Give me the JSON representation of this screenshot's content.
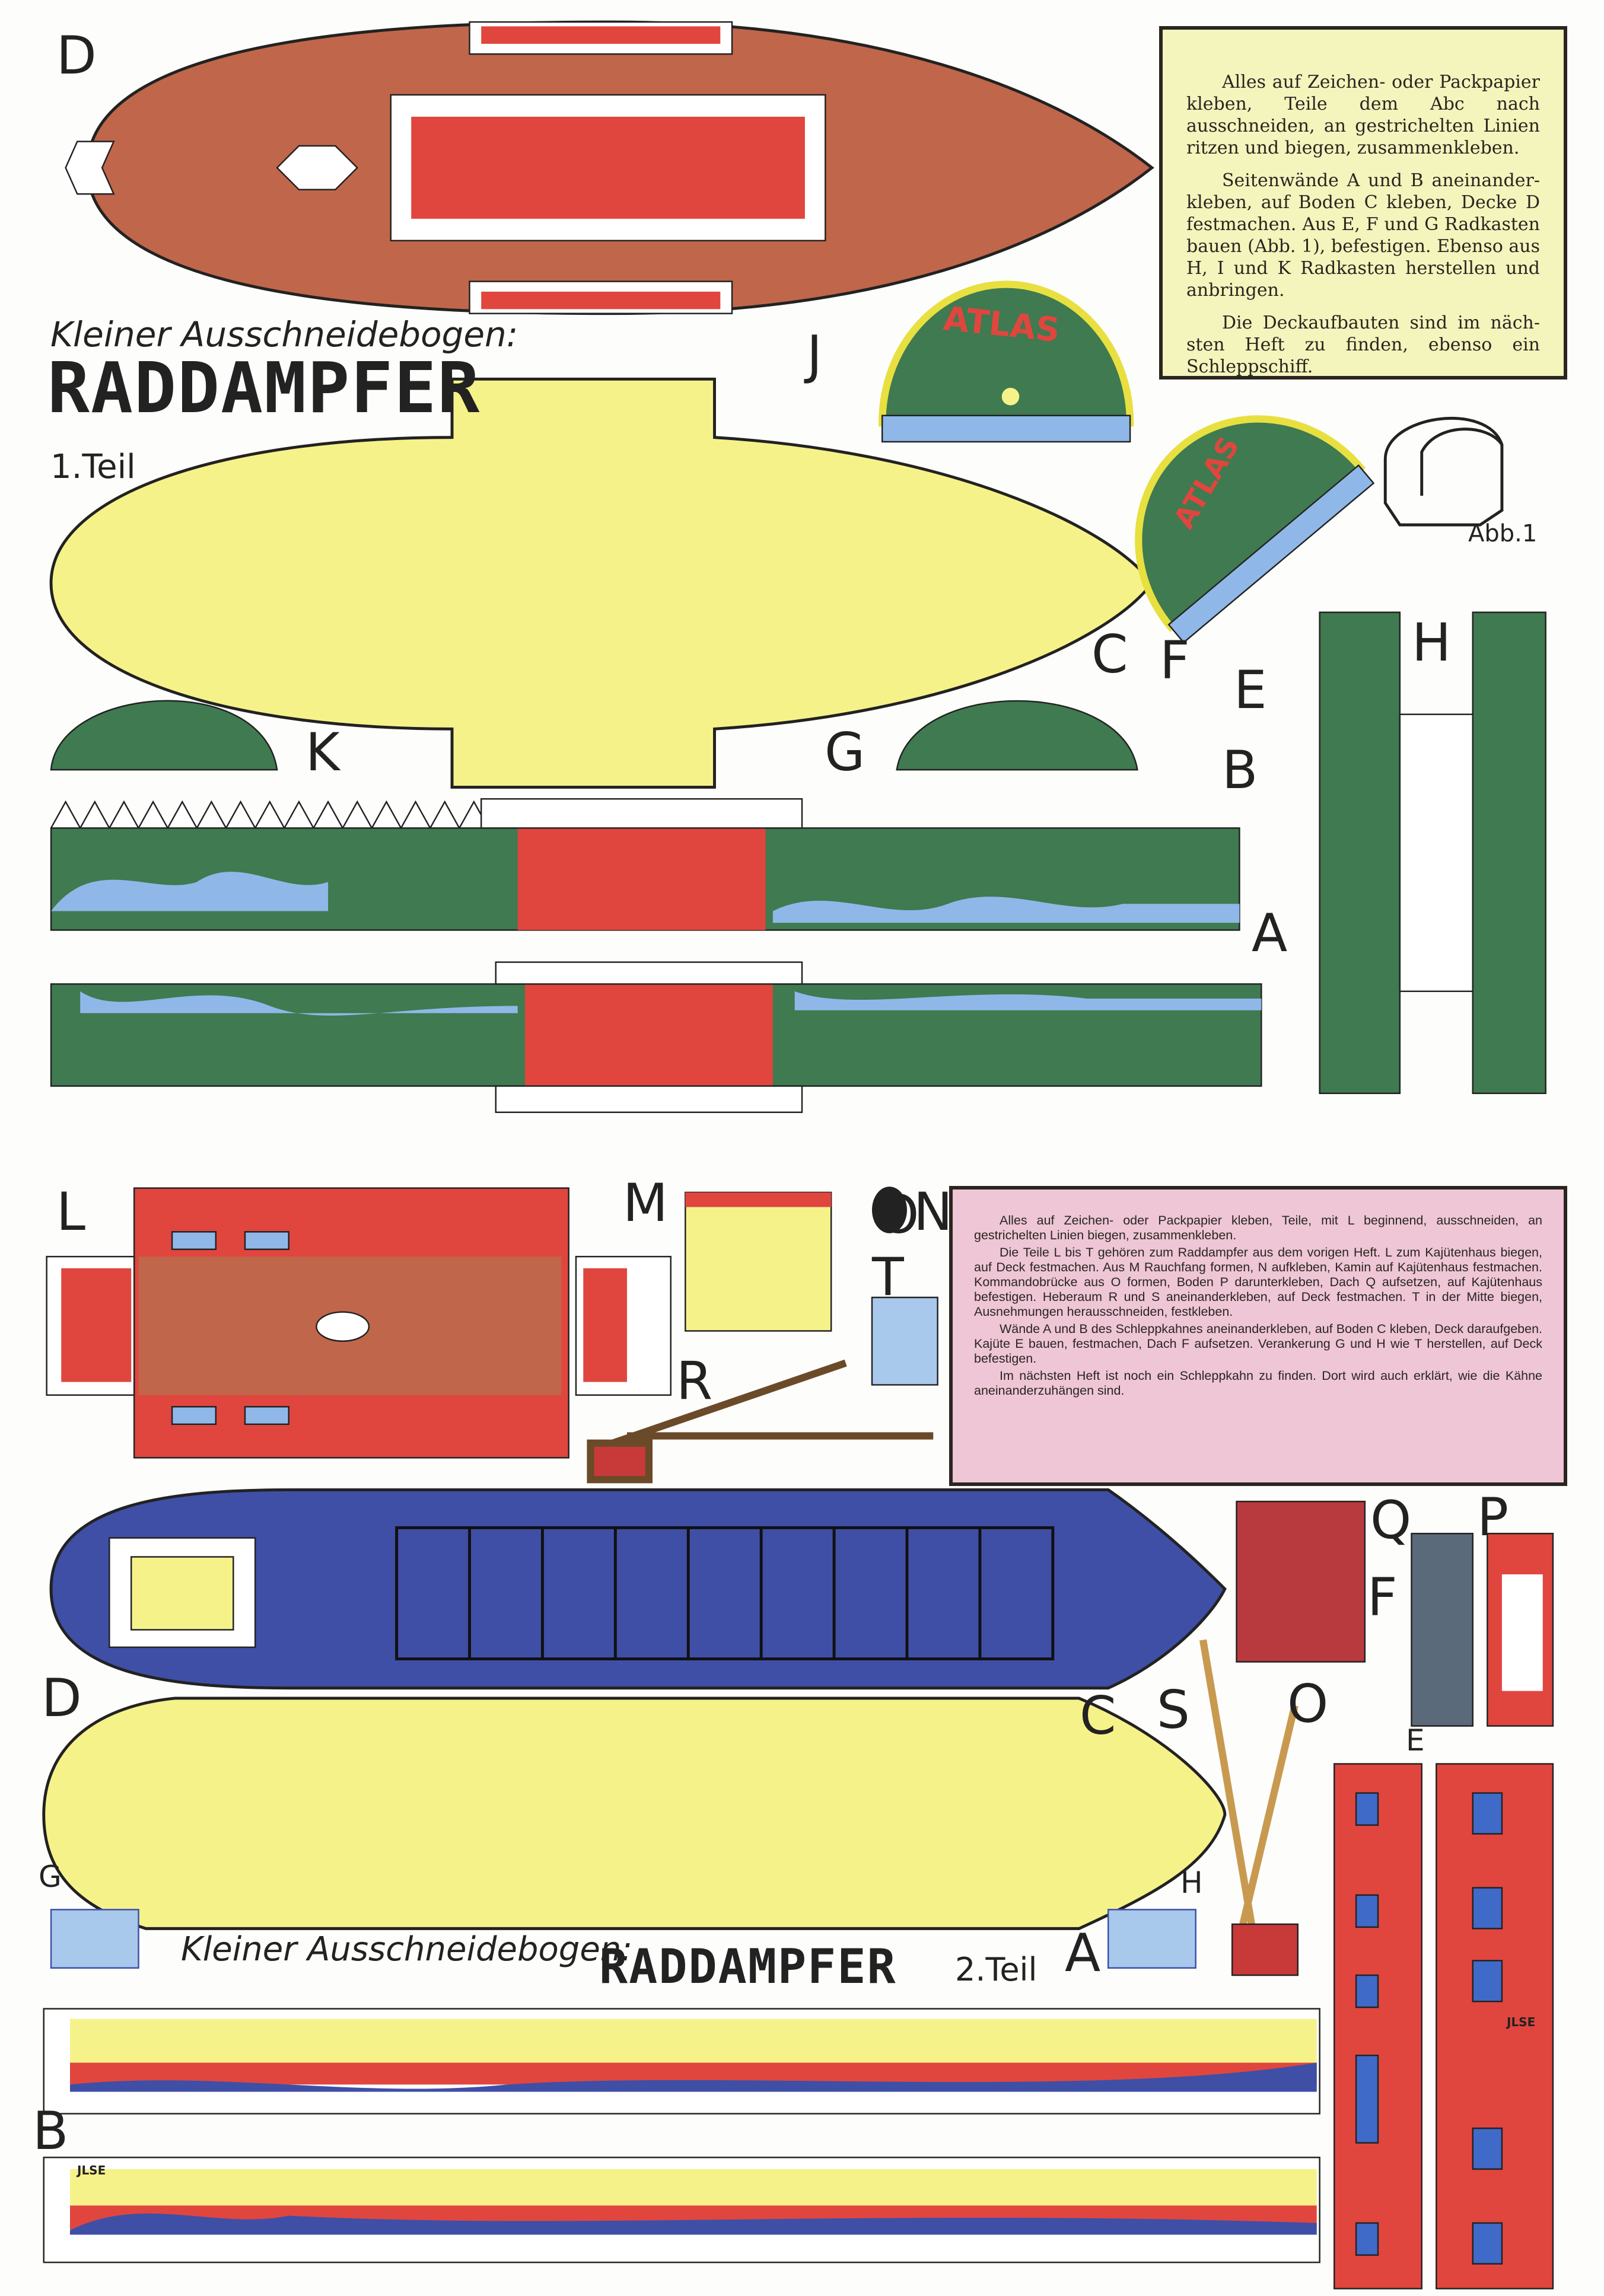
{
  "sheet1": {
    "subtitle": "Kleiner Ausschneidebogen:",
    "title": "RADDAMPFER",
    "part": "1.Teil",
    "instructions": [
      "Alles auf Zeichen- oder Pack­papier kleben, Teile dem Abc nach ausschneiden, an gestrichelten Linien ritzen und biegen, zusammenkleben.",
      "Seitenwände A und B aneinander­kleben, auf Boden C kleben, Decke D festmachen. Aus E, F und G Rad­kasten bauen (Abb. 1), befestigen. Ebenso aus H, I und K Radkasten herstellen und anbringen.",
      "Die Deckaufbauten sind im näch­sten Heft zu finden, ebenso ein Schleppschiff."
    ],
    "paddle_box_text": "ATLAS",
    "figure_label": "Abb.1",
    "part_labels": {
      "D": "D",
      "J": "J",
      "C": "C",
      "F": "F",
      "E": "E",
      "H": "H",
      "K": "K",
      "G": "G",
      "B": "B",
      "A": "A"
    }
  },
  "sheet2": {
    "subtitle": "Kleiner Ausschneidebogen:",
    "title": "RADDAMPFER",
    "part": "2.Teil",
    "instructions": [
      "Alles auf Zeichen- oder Packpapier kleben, Teile, mit L begin­nend, ausschneiden, an gestrichelten Linien biegen, zusammen­kleben.",
      "Die Teile L bis T gehören zum Raddampfer aus dem vorigen Heft. L zum Kajütenhaus biegen, auf Deck festmachen. Aus M Rauchfang formen, N aufkleben, Kamin auf Kajütenhaus fest­machen. Kommandobrücke aus O formen, Boden P darunter­kleben, Dach Q aufsetzen, auf Kajütenhaus befestigen. Heberaum R und S aneinanderkleben, auf Deck festmachen. T in der Mitte biegen, Ausnehmungen herausschneiden, festkleben.",
      "Wände A und B des Schleppkahnes aneinanderkleben, auf Boden C kleben, Deck daraufgeben. Kajüte E bauen, festmachen, Dach F aufsetzen. Verankerung G und H wie T herstellen, auf Deck befestigen.",
      "Im nächsten Heft ist noch ein Schleppkahn zu finden. Dort wird auch erklärt, wie die Kähne aneinanderzuhängen sind."
    ],
    "barge_name": "JLSE",
    "part_labels": {
      "L": "L",
      "M": "M",
      "O": "O",
      "N": "N",
      "T": "T",
      "R": "R",
      "D": "D",
      "Q": "Q",
      "P": "P",
      "F": "F",
      "C": "C",
      "S": "S",
      "E": "E",
      "G": "G",
      "H": "H",
      "A": "A",
      "B": "B"
    }
  },
  "colors": {
    "brown": "#c0664a",
    "red": "#e0463e",
    "green": "#3f7a50",
    "yellow": "#f6f28a",
    "blue": "#3f4fa6",
    "pink": "#eec6d6",
    "water": "#8fb8e8"
  }
}
